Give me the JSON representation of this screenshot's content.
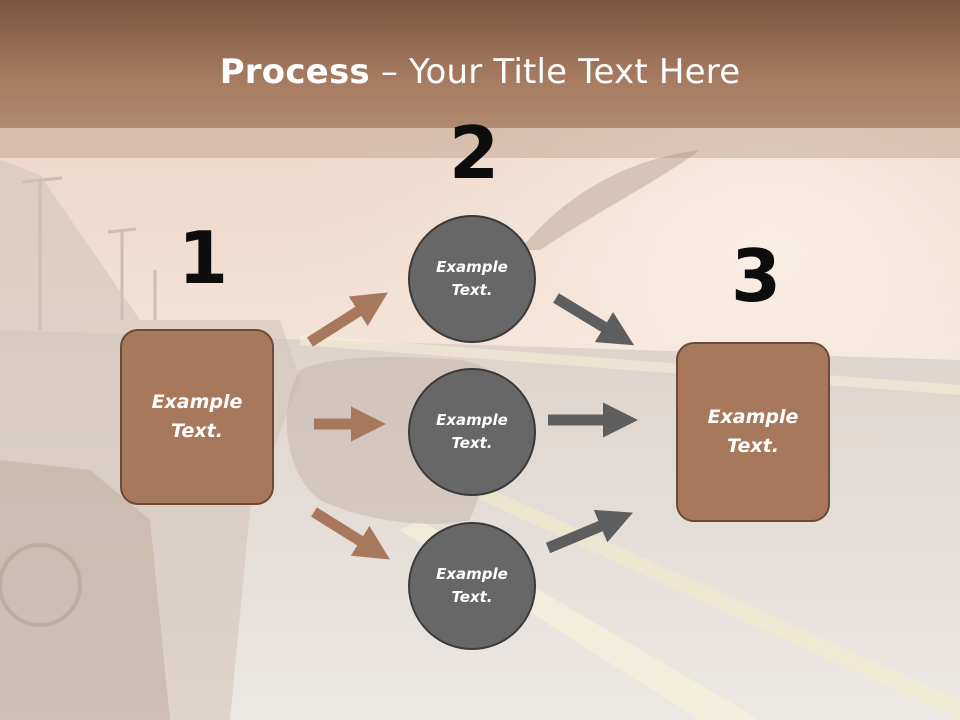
{
  "slide": {
    "title_bold": "Process",
    "title_rest": " – Your Title Text Here"
  },
  "steps": [
    {
      "number": "1",
      "label": "Example\nText."
    },
    {
      "number": "2",
      "labels": [
        "Example\nText.",
        "Example\nText.",
        "Example\nText."
      ]
    },
    {
      "number": "3",
      "label": "Example\nText."
    }
  ],
  "colors": {
    "header": "#7a5540",
    "box_fill": "#a8785d",
    "circle_fill": "#676767",
    "arrow_brown": "#a8785d",
    "arrow_gray": "#5e5e5e"
  }
}
